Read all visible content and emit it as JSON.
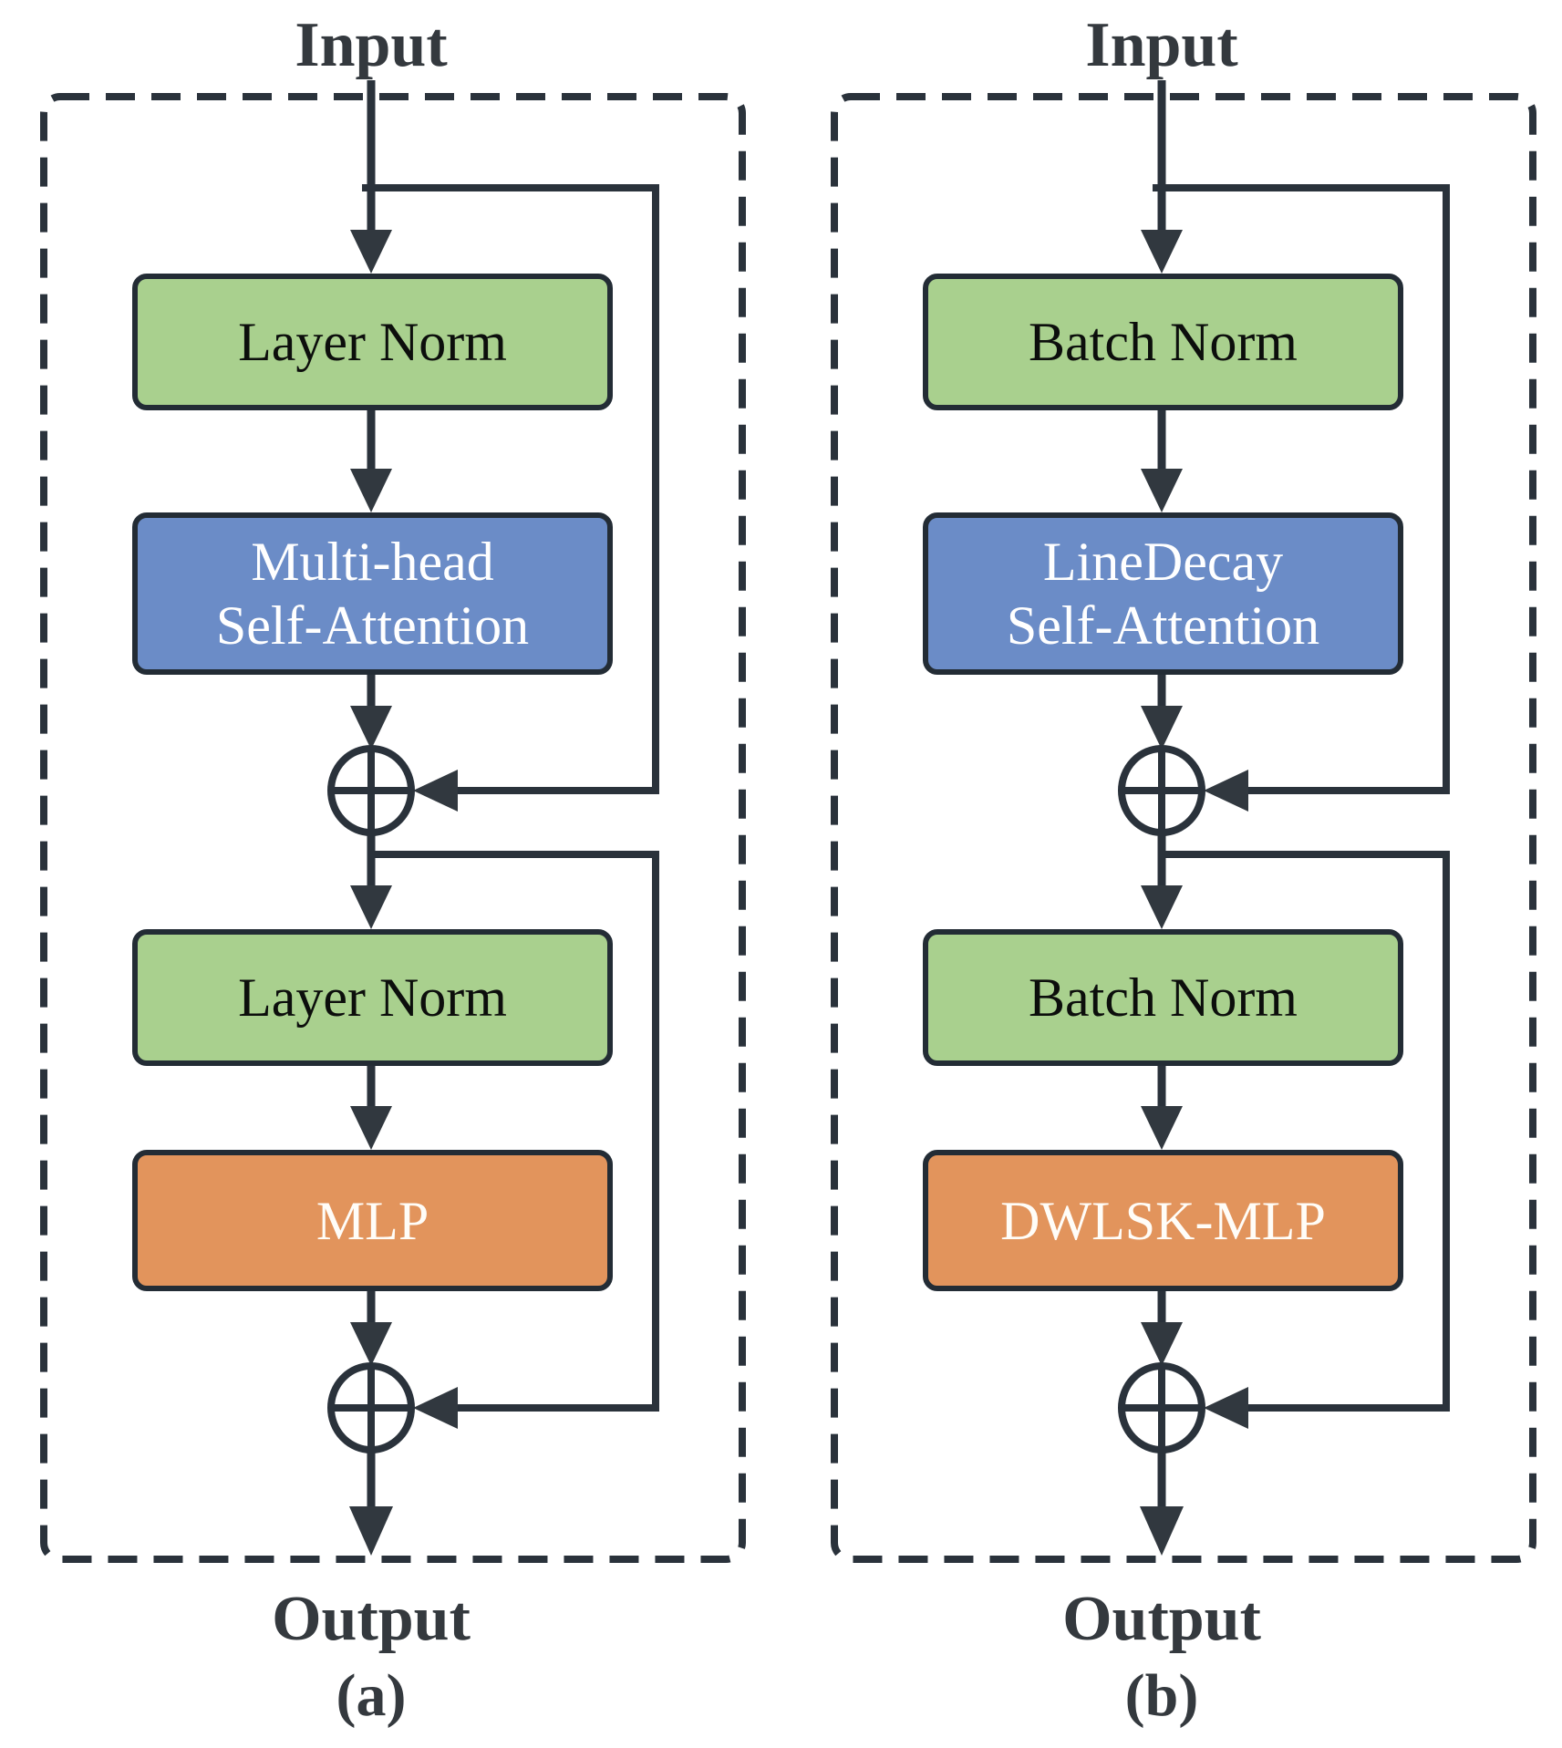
{
  "figure": {
    "panel_a": {
      "input_label": "Input",
      "output_label": "Output",
      "caption": "(a)",
      "norm1": "Layer Norm",
      "attention_line1": "Multi-head",
      "attention_line2": "Self-Attention",
      "norm2": "Layer Norm",
      "mlp": "MLP"
    },
    "panel_b": {
      "input_label": "Input",
      "output_label": "Output",
      "caption": "(b)",
      "norm1": "Batch Norm",
      "attention_line1": "LineDecay",
      "attention_line2": "Self-Attention",
      "norm2": "Batch Norm",
      "mlp": "DWLSK-MLP"
    },
    "icons": {
      "add_operator": "plus-circle-icon",
      "arrowhead": "arrowhead-icon"
    },
    "colors": {
      "norm_green": "#a9d08e",
      "attention_blue": "#6b8cc7",
      "mlp_orange": "#e2945c",
      "stroke_dark": "#2a323b"
    }
  }
}
